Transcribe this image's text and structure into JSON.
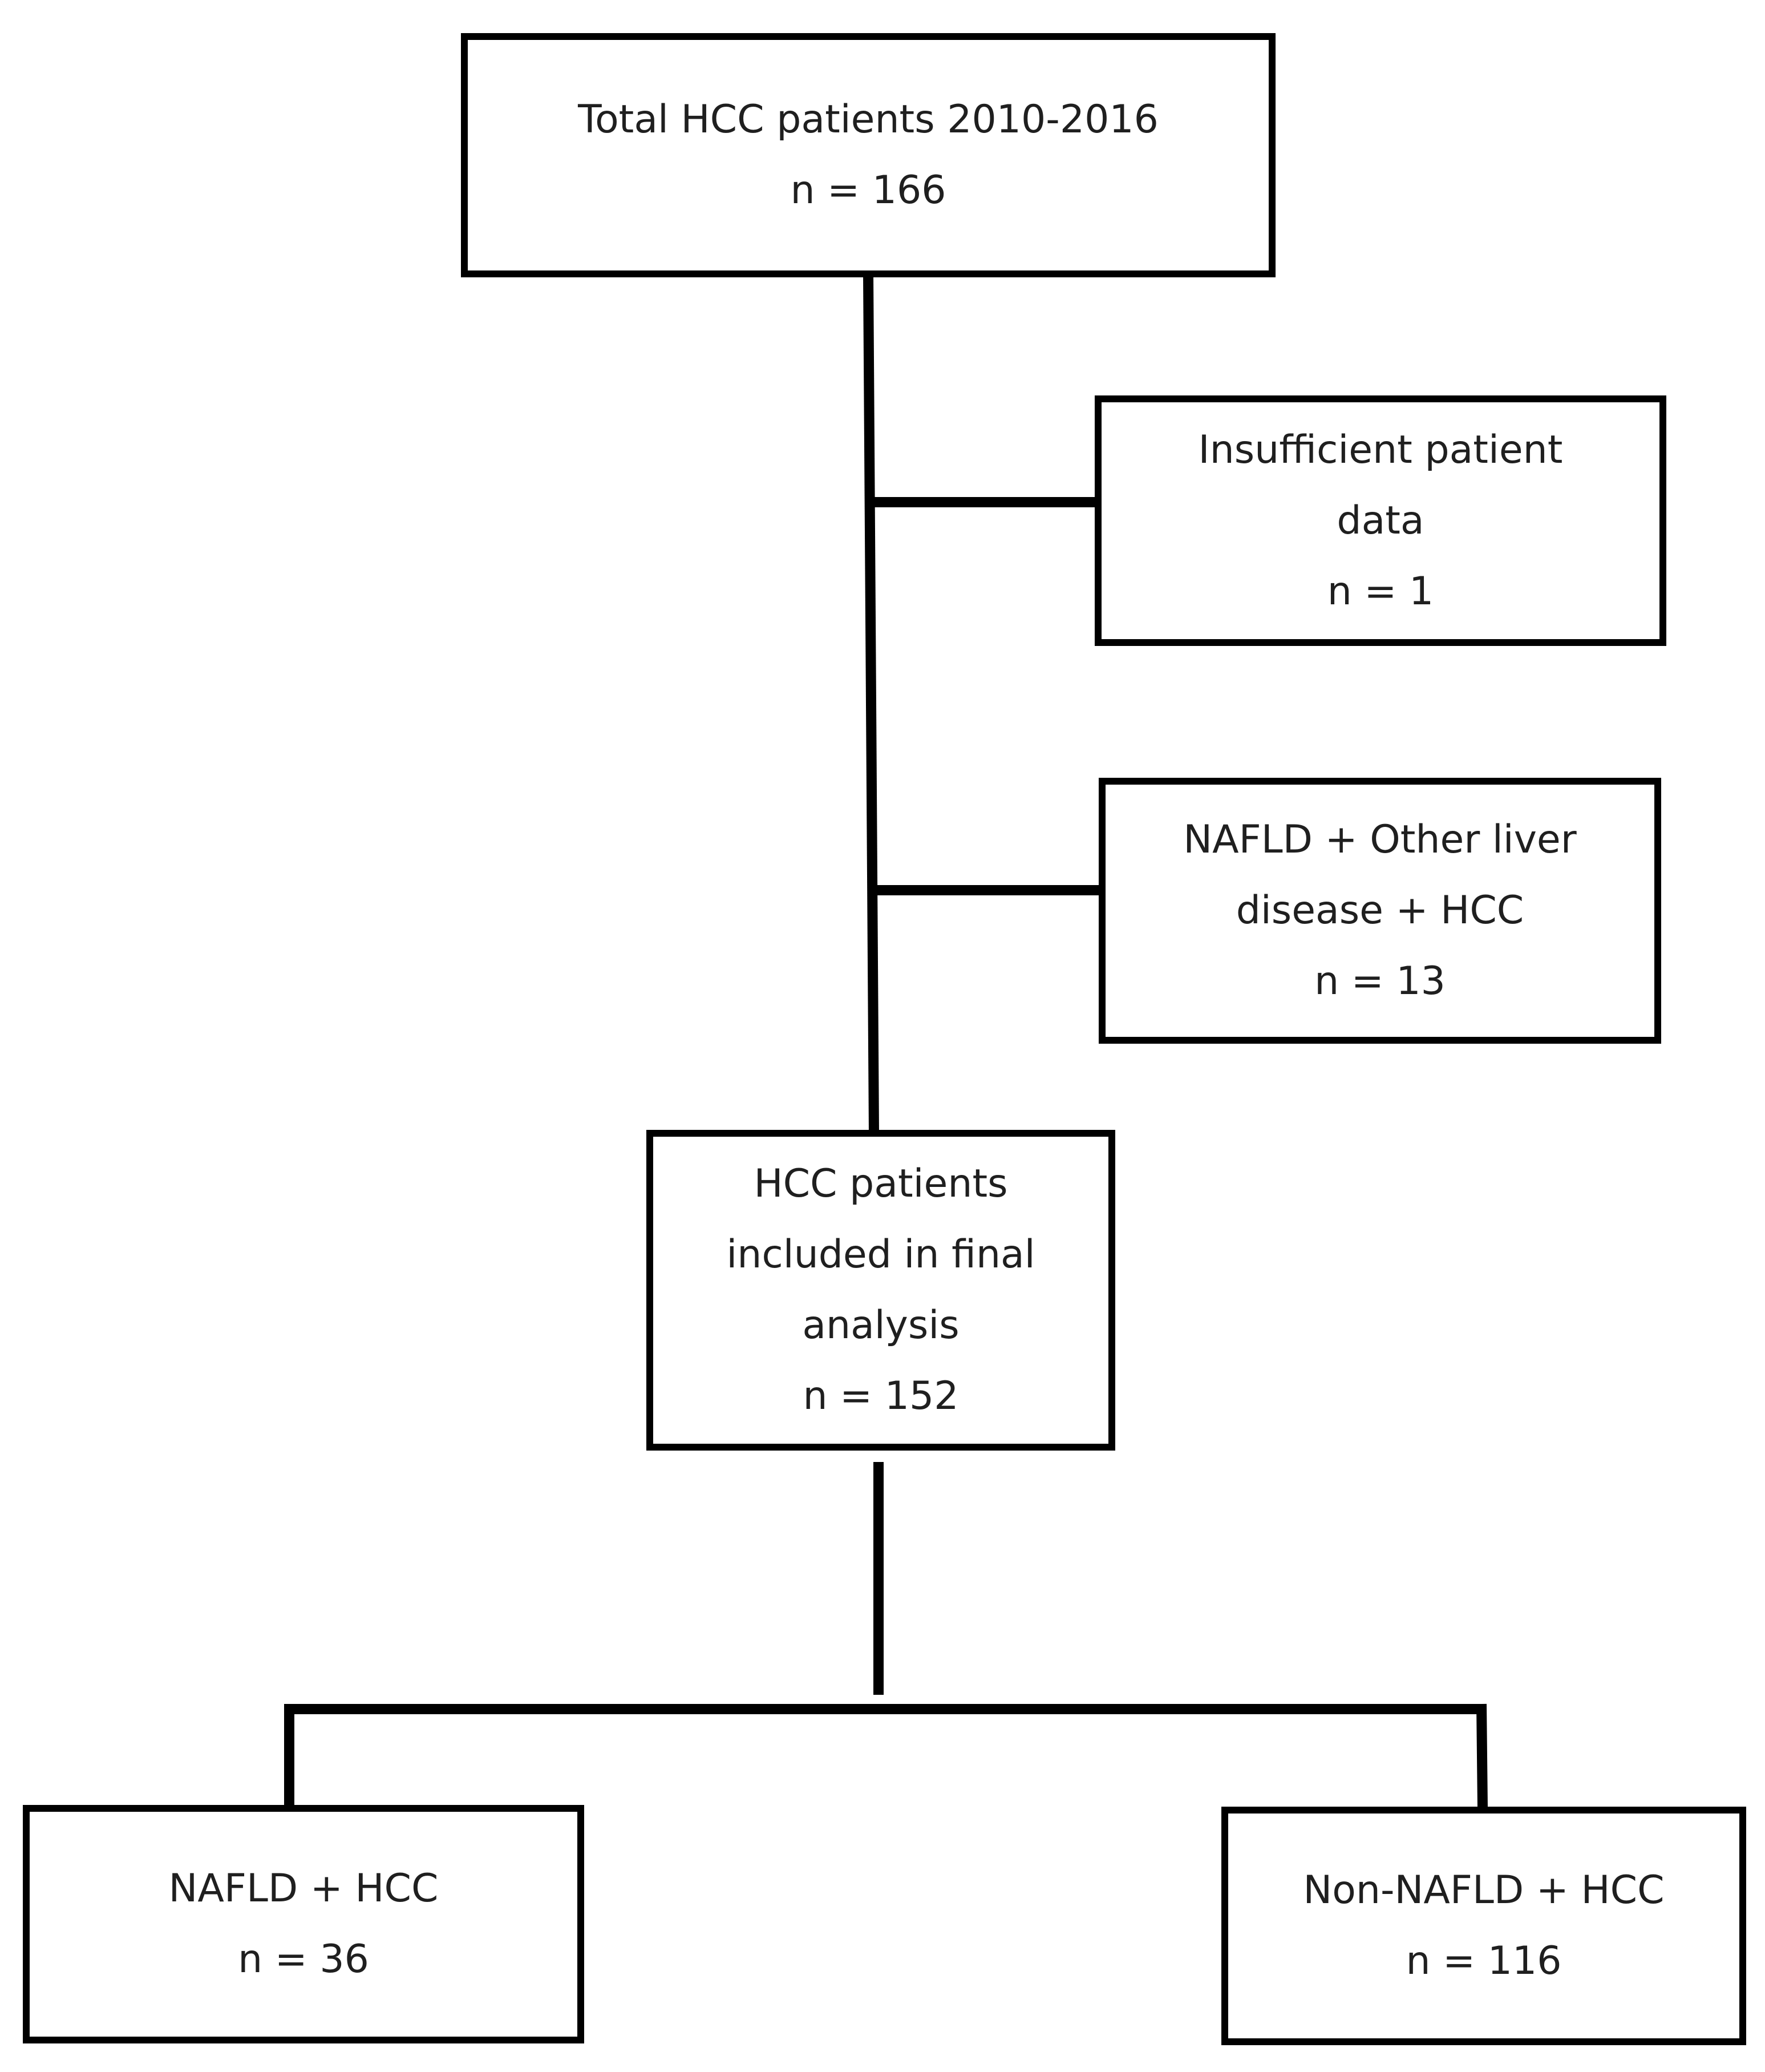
{
  "flowchart": {
    "total": {
      "title": "Total HCC patients 2010-2016",
      "count": "n = 166"
    },
    "excluded_insufficient": {
      "line1": "Insufficient patient",
      "line2": "data",
      "count": "n = 1"
    },
    "excluded_other_liver": {
      "line1": "NAFLD + Other liver",
      "line2": "disease + HCC",
      "count": "n = 13"
    },
    "included": {
      "line1": "HCC patients",
      "line2": "included in final",
      "line3": "analysis",
      "count": "n = 152"
    },
    "nafld": {
      "title": "NAFLD + HCC",
      "count": "n = 36"
    },
    "non_nafld": {
      "title": "Non-NAFLD + HCC",
      "count": "n = 116"
    }
  },
  "colors": {
    "line": "#000000",
    "text": "#1f1f1f",
    "background": "#ffffff"
  }
}
